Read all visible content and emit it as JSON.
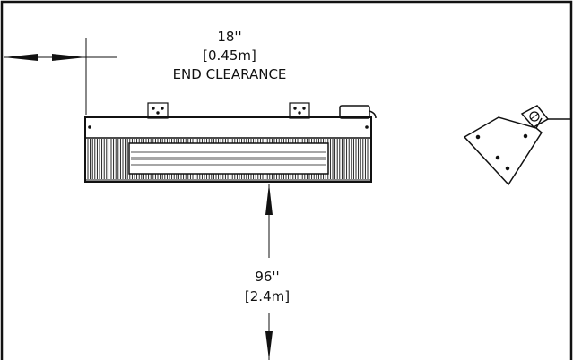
{
  "end_clearance": {
    "value_in": "18''",
    "value_m": "[0.45m]",
    "label": "END CLEARANCE"
  },
  "floor_clearance": {
    "value_in": "96''",
    "value_m": "[2.4m]"
  },
  "colors": {
    "line": "#111111",
    "background": "#ffffff"
  }
}
